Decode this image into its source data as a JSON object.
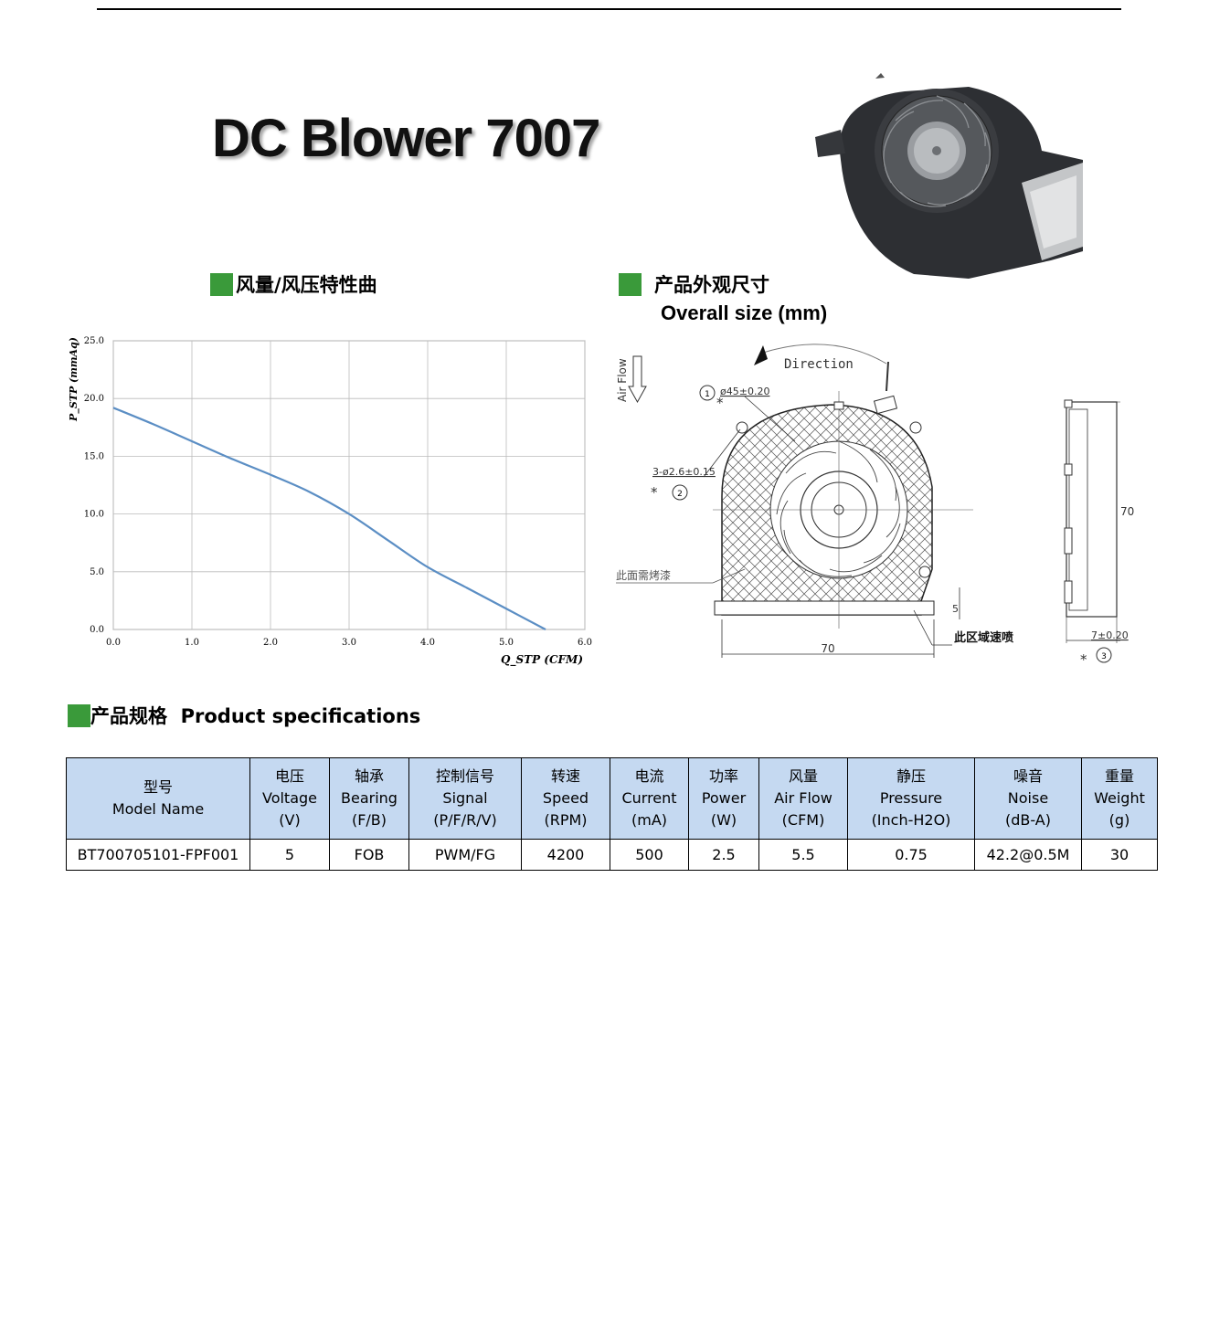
{
  "title": "DC Blower 7007",
  "curve_section": {
    "heading": "风量/风压特性曲"
  },
  "size_section": {
    "heading": "产品外观尺寸",
    "subheading": "Overall size (mm)"
  },
  "spec_section": {
    "heading": "产品规格  Product specifications"
  },
  "colors": {
    "accent_green": "#3a9a3a",
    "table_header_bg": "#c5d9f1",
    "curve": "#5b8ec4"
  },
  "chart_data": {
    "type": "line",
    "xlabel": "Q_STP (CFM)",
    "ylabel": "P_STP (mmAq)",
    "xlim": [
      0,
      6
    ],
    "ylim": [
      0,
      25
    ],
    "x_ticks": [
      "0.0",
      "1.0",
      "2.0",
      "3.0",
      "4.0",
      "5.0",
      "6.0"
    ],
    "y_ticks": [
      "0.0",
      "5.0",
      "10.0",
      "15.0",
      "20.0",
      "25.0"
    ],
    "grid": true,
    "series": [
      {
        "x": [
          0.0,
          0.5,
          1.0,
          1.5,
          2.0,
          2.5,
          3.0,
          3.5,
          4.0,
          4.5,
          5.0,
          5.5
        ],
        "y": [
          19.2,
          17.8,
          16.3,
          14.8,
          13.4,
          11.9,
          10.0,
          7.7,
          5.4,
          3.6,
          1.8,
          0.0
        ]
      }
    ]
  },
  "drawing": {
    "air_flow": "Air Flow",
    "direction": "Direction",
    "dim_hole": "ø45±0.20",
    "dim_mount": "3-ø2.6±0.15",
    "paint_note": "此面需烤漆",
    "spray_note": "此区域速喷",
    "width": "70",
    "height": "70",
    "thickness": "7±0.20",
    "offset": "5",
    "callout_1": "1",
    "callout_2": "2",
    "callout_3": "3",
    "star": "*"
  },
  "table": {
    "headers": [
      {
        "zh": "型号",
        "en": "Model Name",
        "unit": ""
      },
      {
        "zh": "电压",
        "en": "Voltage",
        "unit": "(V)"
      },
      {
        "zh": "轴承",
        "en": "Bearing",
        "unit": "(F/B)"
      },
      {
        "zh": "控制信号",
        "en": "Signal",
        "unit": "(P/F/R/V)"
      },
      {
        "zh": "转速",
        "en": "Speed",
        "unit": "(RPM)"
      },
      {
        "zh": "电流",
        "en": "Current",
        "unit": "(mA)"
      },
      {
        "zh": "功率",
        "en": "Power",
        "unit": "(W)"
      },
      {
        "zh": "风量",
        "en": "Air Flow",
        "unit": "(CFM)"
      },
      {
        "zh": "静压",
        "en": "Pressure",
        "unit": "(Inch-H2O)"
      },
      {
        "zh": "噪音",
        "en": "Noise",
        "unit": "(dB-A)"
      },
      {
        "zh": "重量",
        "en": "Weight",
        "unit": "(g)"
      }
    ],
    "row": [
      "BT700705101-FPF001",
      "5",
      "FOB",
      "PWM/FG",
      "4200",
      "500",
      "2.5",
      "5.5",
      "0.75",
      "42.2@0.5M",
      "30"
    ]
  }
}
